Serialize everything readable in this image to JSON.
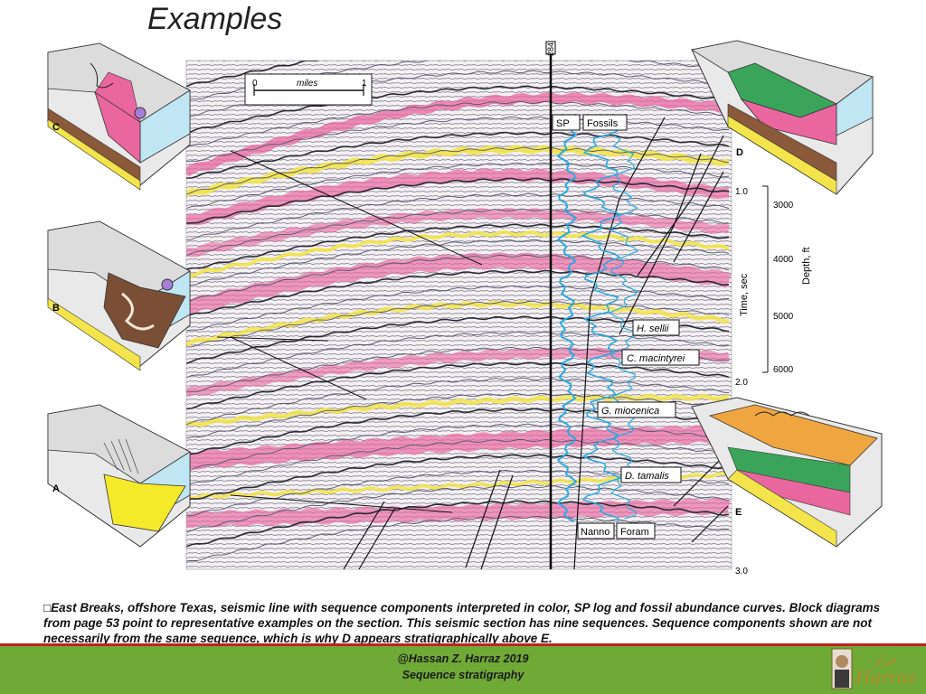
{
  "slide": {
    "title": "Examples"
  },
  "figure": {
    "scale_bar": {
      "start": "0",
      "unit": "miles",
      "end": "1"
    },
    "well_label": "284",
    "log_headers": {
      "sp": "SP",
      "fossils": "Fossils",
      "nanno": "Nanno",
      "foram": "Foram"
    },
    "fossil_markers": [
      "H. sellii",
      "C. macintyrei",
      "G. miocenica",
      "D. tamalis"
    ],
    "time_axis": {
      "label": "Time, sec",
      "ticks": [
        "1.0",
        "2.0",
        "3.0"
      ]
    },
    "depth_axis": {
      "label": "Depth, ft",
      "ticks": [
        "3000",
        "4000",
        "5000",
        "6000"
      ]
    },
    "block_diagrams": [
      "C",
      "B",
      "A",
      "D",
      "E"
    ]
  },
  "caption": {
    "marker": "□",
    "text": "East Breaks, offshore Texas, seismic line with sequence components interpreted in color, SP log and fossil abundance curves. Block diagrams from page 53 point to representative examples on the section. This seismic section has nine sequences. Sequence components shown are not necessarily from the same sequence, which is why D appears stratigraphically above E."
  },
  "footer": {
    "line1": "@Hassan Z. Harraz 2019",
    "line2": "Sequence stratigraphy"
  },
  "logo": {
    "arabic": "حراز",
    "latin": "Harraz"
  },
  "colors": {
    "footer_green": "#6fa936",
    "footer_red_line": "#c32020",
    "log_blue": "#2aa9e0",
    "highstand_pink": "#e9669f",
    "lowstand_yellow": "#f2e44a",
    "fan_orange": "#f0a640",
    "shelf_green": "#3aa55a",
    "sea_blue": "#bfe6f2"
  }
}
